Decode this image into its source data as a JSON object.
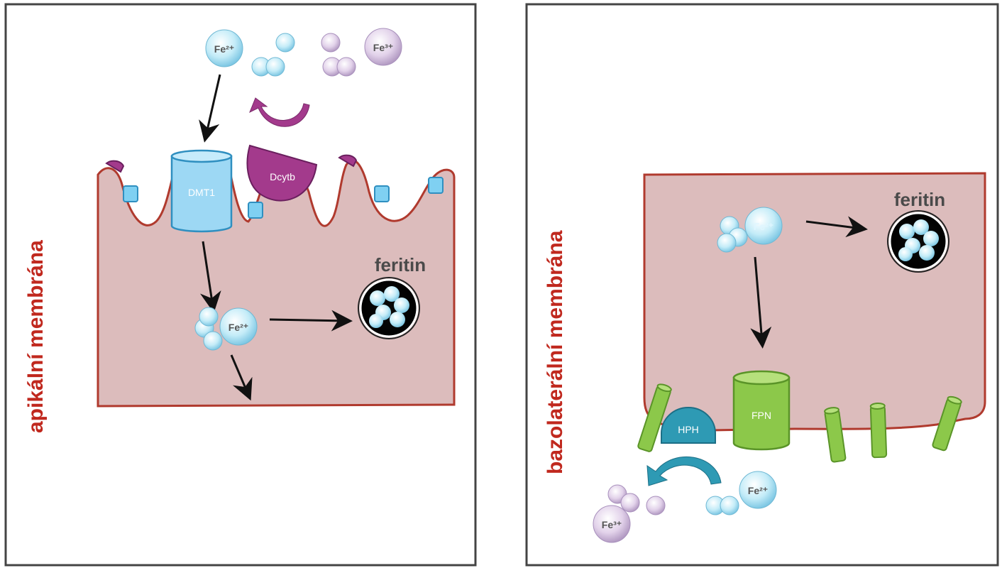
{
  "left_panel": {
    "membrane_label": "apikální membrána",
    "fe2_top": "Fe²⁺",
    "fe3_top": "Fe³⁺",
    "dmt1_label": "DMT1",
    "dcytb_label": "Dcytb",
    "feritin_label": "feritin",
    "fe2_cell": "Fe²⁺"
  },
  "right_panel": {
    "membrane_label": "bazolaterální membrána",
    "feritin_label": "feritin",
    "fe2_cell": "Fe²⁺",
    "fpn_label": "FPN",
    "hph_label": "HPH",
    "fe2_out": "Fe²⁺",
    "fe3_out": "Fe³⁺"
  },
  "colors": {
    "cell_fill": "#dcbcbc",
    "cell_stroke": "#b03a2e",
    "fe2_ion": "#cfeef8",
    "fe3_ion": "#e4d4ec",
    "dmt1": "#8fd0f0",
    "dcytb": "#a33a8c",
    "fpn": "#8cc84a",
    "hph": "#2e9ab4",
    "label_red": "#c0281e"
  }
}
